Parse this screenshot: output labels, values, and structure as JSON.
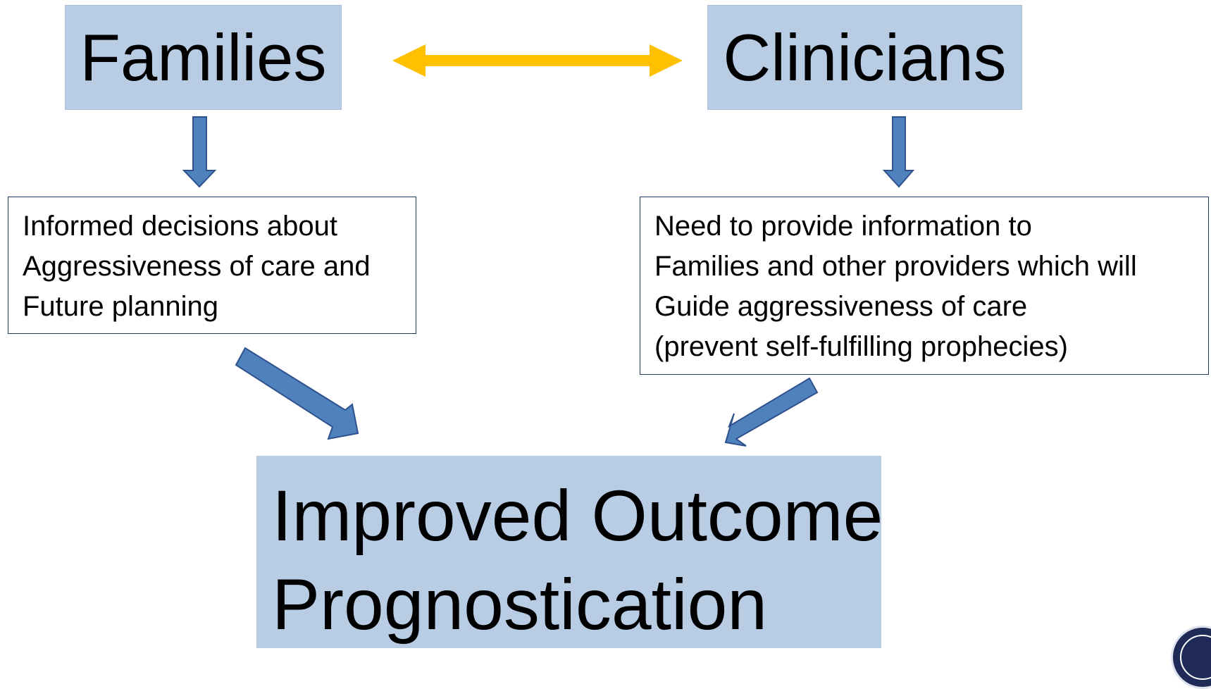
{
  "diagram": {
    "families_label": "Families",
    "clinicians_label": "Clinicians",
    "families_info_lines": [
      "Informed decisions about",
      "Aggressiveness of care and",
      "Future planning"
    ],
    "clinicians_info_lines": [
      "Need to provide information to",
      "Families and other providers which will",
      "Guide aggressiveness of care",
      "(prevent self-fulfilling prophecies)"
    ],
    "outcome_lines": [
      "Improved Outcome",
      "Prognostication"
    ]
  },
  "colors": {
    "box_fill": "#b8cce4",
    "box_border": "#1f3864",
    "arrow_blue": "#4f81bd",
    "arrow_blue_outline": "#2f528f",
    "double_arrow": "#ffc000"
  },
  "icons": {
    "double_arrow": "double-headed-arrow-icon",
    "down_arrow": "down-arrow-icon",
    "diagonal_arrow": "diagonal-arrow-icon",
    "seal": "seal-logo"
  }
}
